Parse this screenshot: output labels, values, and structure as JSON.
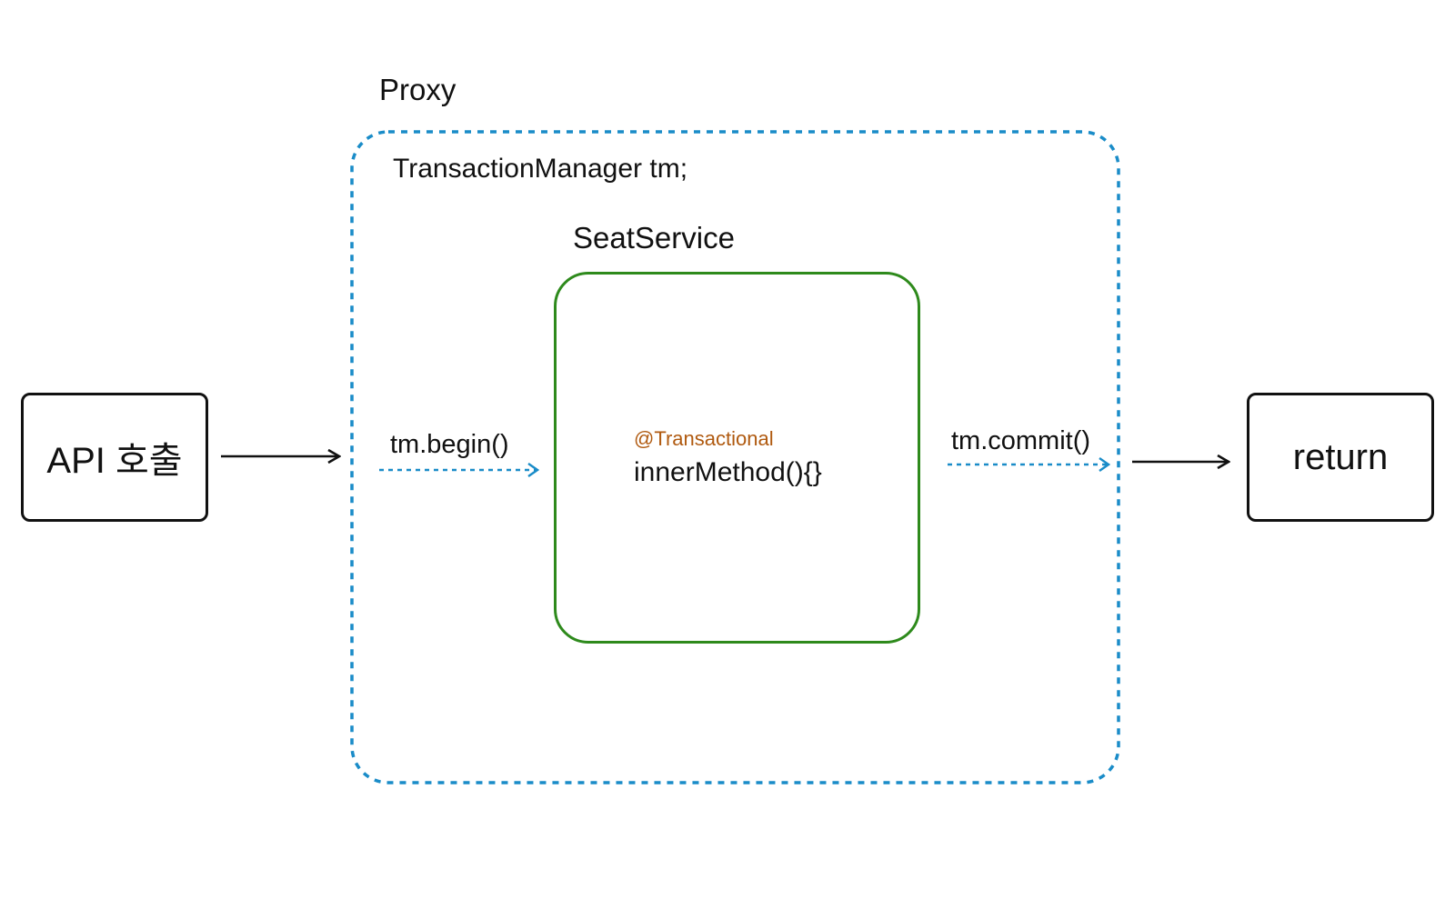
{
  "nodes": {
    "api_call": "API 호출",
    "return": "return"
  },
  "proxy": {
    "title": "Proxy",
    "field": "TransactionManager tm;"
  },
  "service": {
    "title": "SeatService",
    "annotation": "@Transactional",
    "method": "innerMethod(){}"
  },
  "flows": {
    "begin": "tm.begin()",
    "commit": "tm.commit()"
  },
  "colors": {
    "proxy_border": "#1a8cc8",
    "service_border": "#2e8a1c",
    "annotation_text": "#b05a10",
    "solid_arrow": "#111111"
  }
}
